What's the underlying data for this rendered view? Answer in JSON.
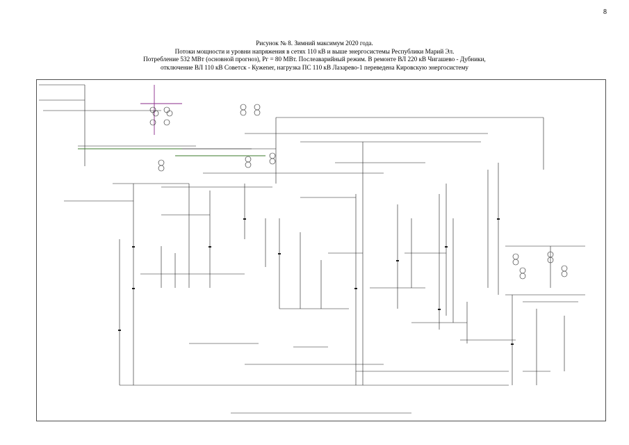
{
  "page": {
    "number": "8"
  },
  "caption": {
    "title": "Рисунок № 8. Зимний максимум 2020 года.",
    "line2": "Потоки мощности и уровни напряжения в сетях 110 кВ и выше энергосистемы Республики Марий Эл.",
    "line3": "Потребление 532 МВт (основной прогноз), Рг = 80 МВт. Послеаварийный режим. В ремонте ВЛ 220 кВ Чигашево - Дубники,",
    "line4": "отключение ВЛ 110 кВ Советск - Кужener, нагрузка ПС 110 кВ Лазарево-1 переведена Кировскую энергосистему"
  },
  "diagram": {
    "colors": {
      "line": "#1a1a1a",
      "line_220": "#8a2a8a",
      "line_110_green": "#3a7a2a",
      "bus": "#000000"
    }
  }
}
